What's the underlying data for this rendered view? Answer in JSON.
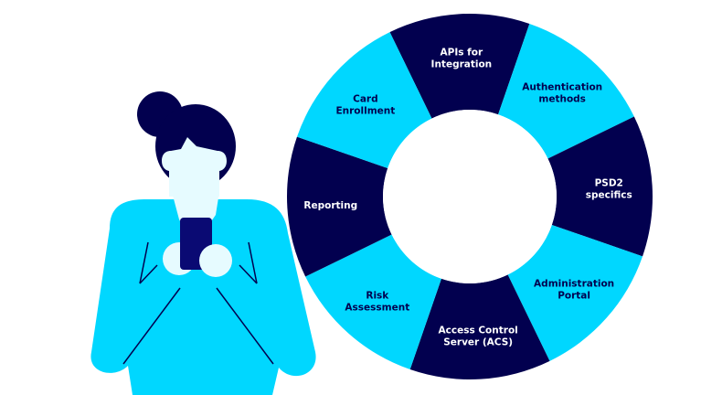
{
  "colors": {
    "dark": "#02004f",
    "light": "#00d7ff",
    "skin": "#e6fbff",
    "phone": "#0a0a73",
    "background": "#ffffff"
  },
  "wheel": {
    "segments": [
      {
        "lines": [
          "APIs for",
          "Integration"
        ],
        "style": "dark"
      },
      {
        "lines": [
          "Authentication",
          "methods"
        ],
        "style": "light"
      },
      {
        "lines": [
          "PSD2",
          "specifics"
        ],
        "style": "dark"
      },
      {
        "lines": [
          "Administration",
          "Portal"
        ],
        "style": "light"
      },
      {
        "lines": [
          "Access Control",
          "Server (ACS)"
        ],
        "style": "dark"
      },
      {
        "lines": [
          "Risk",
          "Assessment"
        ],
        "style": "light"
      },
      {
        "lines": [
          "Reporting"
        ],
        "style": "dark"
      },
      {
        "lines": [
          "Card",
          "Enrollment"
        ],
        "style": "light"
      }
    ]
  },
  "figure": {
    "description": "woman-holding-phone"
  }
}
